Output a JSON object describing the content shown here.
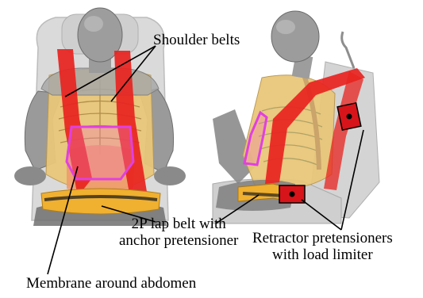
{
  "labels": {
    "shoulder_belts": "Shoulder belts",
    "lap_belt_line1": "2P lap belt with",
    "lap_belt_line2": "anchor pretensioner",
    "retractor_line1": "Retractor pretensioners",
    "retractor_line2": "with load limiter",
    "membrane": "Membrane around abdomen"
  },
  "colors": {
    "belt": "#e8231f",
    "membrane": "#e040e0",
    "lap_belt": "#f0b030",
    "torso": "#e9c77a",
    "dummy_gray": "#8c8c8c",
    "seat": "#d3d3d3",
    "retractor_box": "#d7141a"
  }
}
